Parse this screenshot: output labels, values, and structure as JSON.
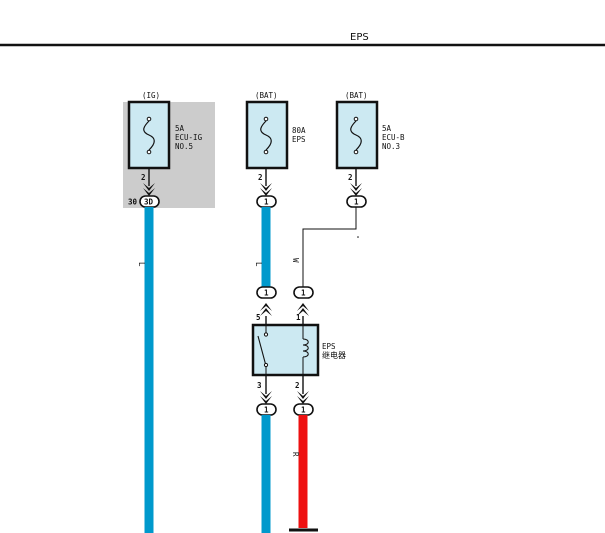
{
  "header": {
    "title": "EPS"
  },
  "colors": {
    "wire_blue": "#0099cc",
    "wire_red": "#ee1111",
    "box_fill": "#cce9f2",
    "shade": "#cccccc",
    "line": "#111111"
  },
  "fuses": [
    {
      "source": "(IG)",
      "rating": "5A",
      "name_line1": "ECU-IG",
      "name_line2": "NO.5",
      "pin": "2",
      "connector": "3D",
      "connector_pin": "30",
      "shaded": true
    },
    {
      "source": "(BAT)",
      "rating": "80A",
      "name_line1": "EPS",
      "name_line2": "",
      "pin": "2",
      "connector": "1",
      "connector_pin": "",
      "shaded": false
    },
    {
      "source": "(BAT)",
      "rating": "5A",
      "name_line1": "ECU-B",
      "name_line2": "NO.3",
      "pin": "2",
      "connector": "1",
      "connector_pin": "",
      "shaded": false
    }
  ],
  "wires": {
    "left_color_code": "L",
    "middle_color_code": "L",
    "right_color_code": "W",
    "bottom_right_color_code": "R"
  },
  "relay": {
    "name_line1": "EPS",
    "name_line2": "继电器",
    "pin_switch_top": "5",
    "pin_coil_top": "1",
    "pin_switch_bottom": "3",
    "pin_coil_bottom": "2",
    "connector_top_left": "1",
    "connector_top_right": "1",
    "connector_bottom_left": "1",
    "connector_bottom_right": "1"
  }
}
